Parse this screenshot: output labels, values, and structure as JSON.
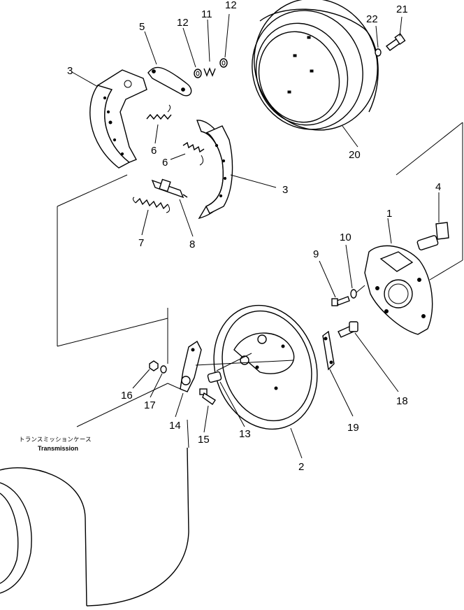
{
  "callouts": {
    "p1": "1",
    "p2": "2",
    "p3a": "3",
    "p3b": "3",
    "p4": "4",
    "p5": "5",
    "p6a": "6",
    "p6b": "6",
    "p7": "7",
    "p8": "8",
    "p9": "9",
    "p10": "10",
    "p11": "11",
    "p12a": "12",
    "p12b": "12",
    "p13": "13",
    "p14": "14",
    "p15": "15",
    "p16": "16",
    "p17": "17",
    "p18": "18",
    "p19": "19",
    "p20": "20",
    "p21": "21",
    "p22": "22"
  },
  "caption": {
    "japanese": "トランスミッションケース",
    "english": "Transmission"
  }
}
